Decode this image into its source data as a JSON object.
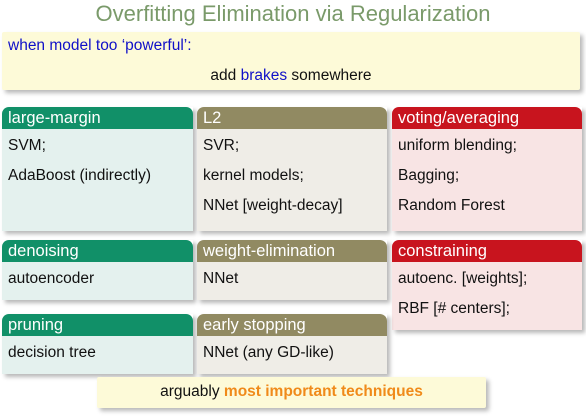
{
  "title": "Overfitting Elimination via Regularization",
  "intro": {
    "line1_prefix": "when model too ‘powerful’:",
    "line2_prefix": "add ",
    "line2_highlight": "brakes",
    "line2_suffix": " somewhere"
  },
  "boxes": {
    "large_margin": {
      "title": "large-margin",
      "items": [
        "SVM;",
        "AdaBoost (indirectly)"
      ]
    },
    "l2": {
      "title": "L2",
      "items": [
        "SVR;",
        "kernel models;",
        "NNet [weight-decay]"
      ]
    },
    "voting": {
      "title": "voting/averaging",
      "items": [
        "uniform blending;",
        "Bagging;",
        "Random Forest"
      ]
    },
    "denoising": {
      "title": "denoising",
      "items": [
        "autoencoder"
      ]
    },
    "weight_elim": {
      "title": "weight-elimination",
      "items": [
        "NNet"
      ]
    },
    "constraining": {
      "title": "constraining",
      "items": [
        "autoenc. [weights];",
        "RBF [# centers];"
      ]
    },
    "pruning": {
      "title": "pruning",
      "items": [
        "decision tree"
      ]
    },
    "early_stopping": {
      "title": "early stopping",
      "items": [
        "NNet (any GD-like)"
      ]
    }
  },
  "footer": {
    "prefix": "arguably ",
    "highlight": "most important techniques"
  },
  "colors": {
    "green": "#119068",
    "olive": "#918a62",
    "red": "#c8141e",
    "blue_text": "#1010c8",
    "orange_text": "#f08a1a",
    "title_text": "#7a9a6a"
  }
}
